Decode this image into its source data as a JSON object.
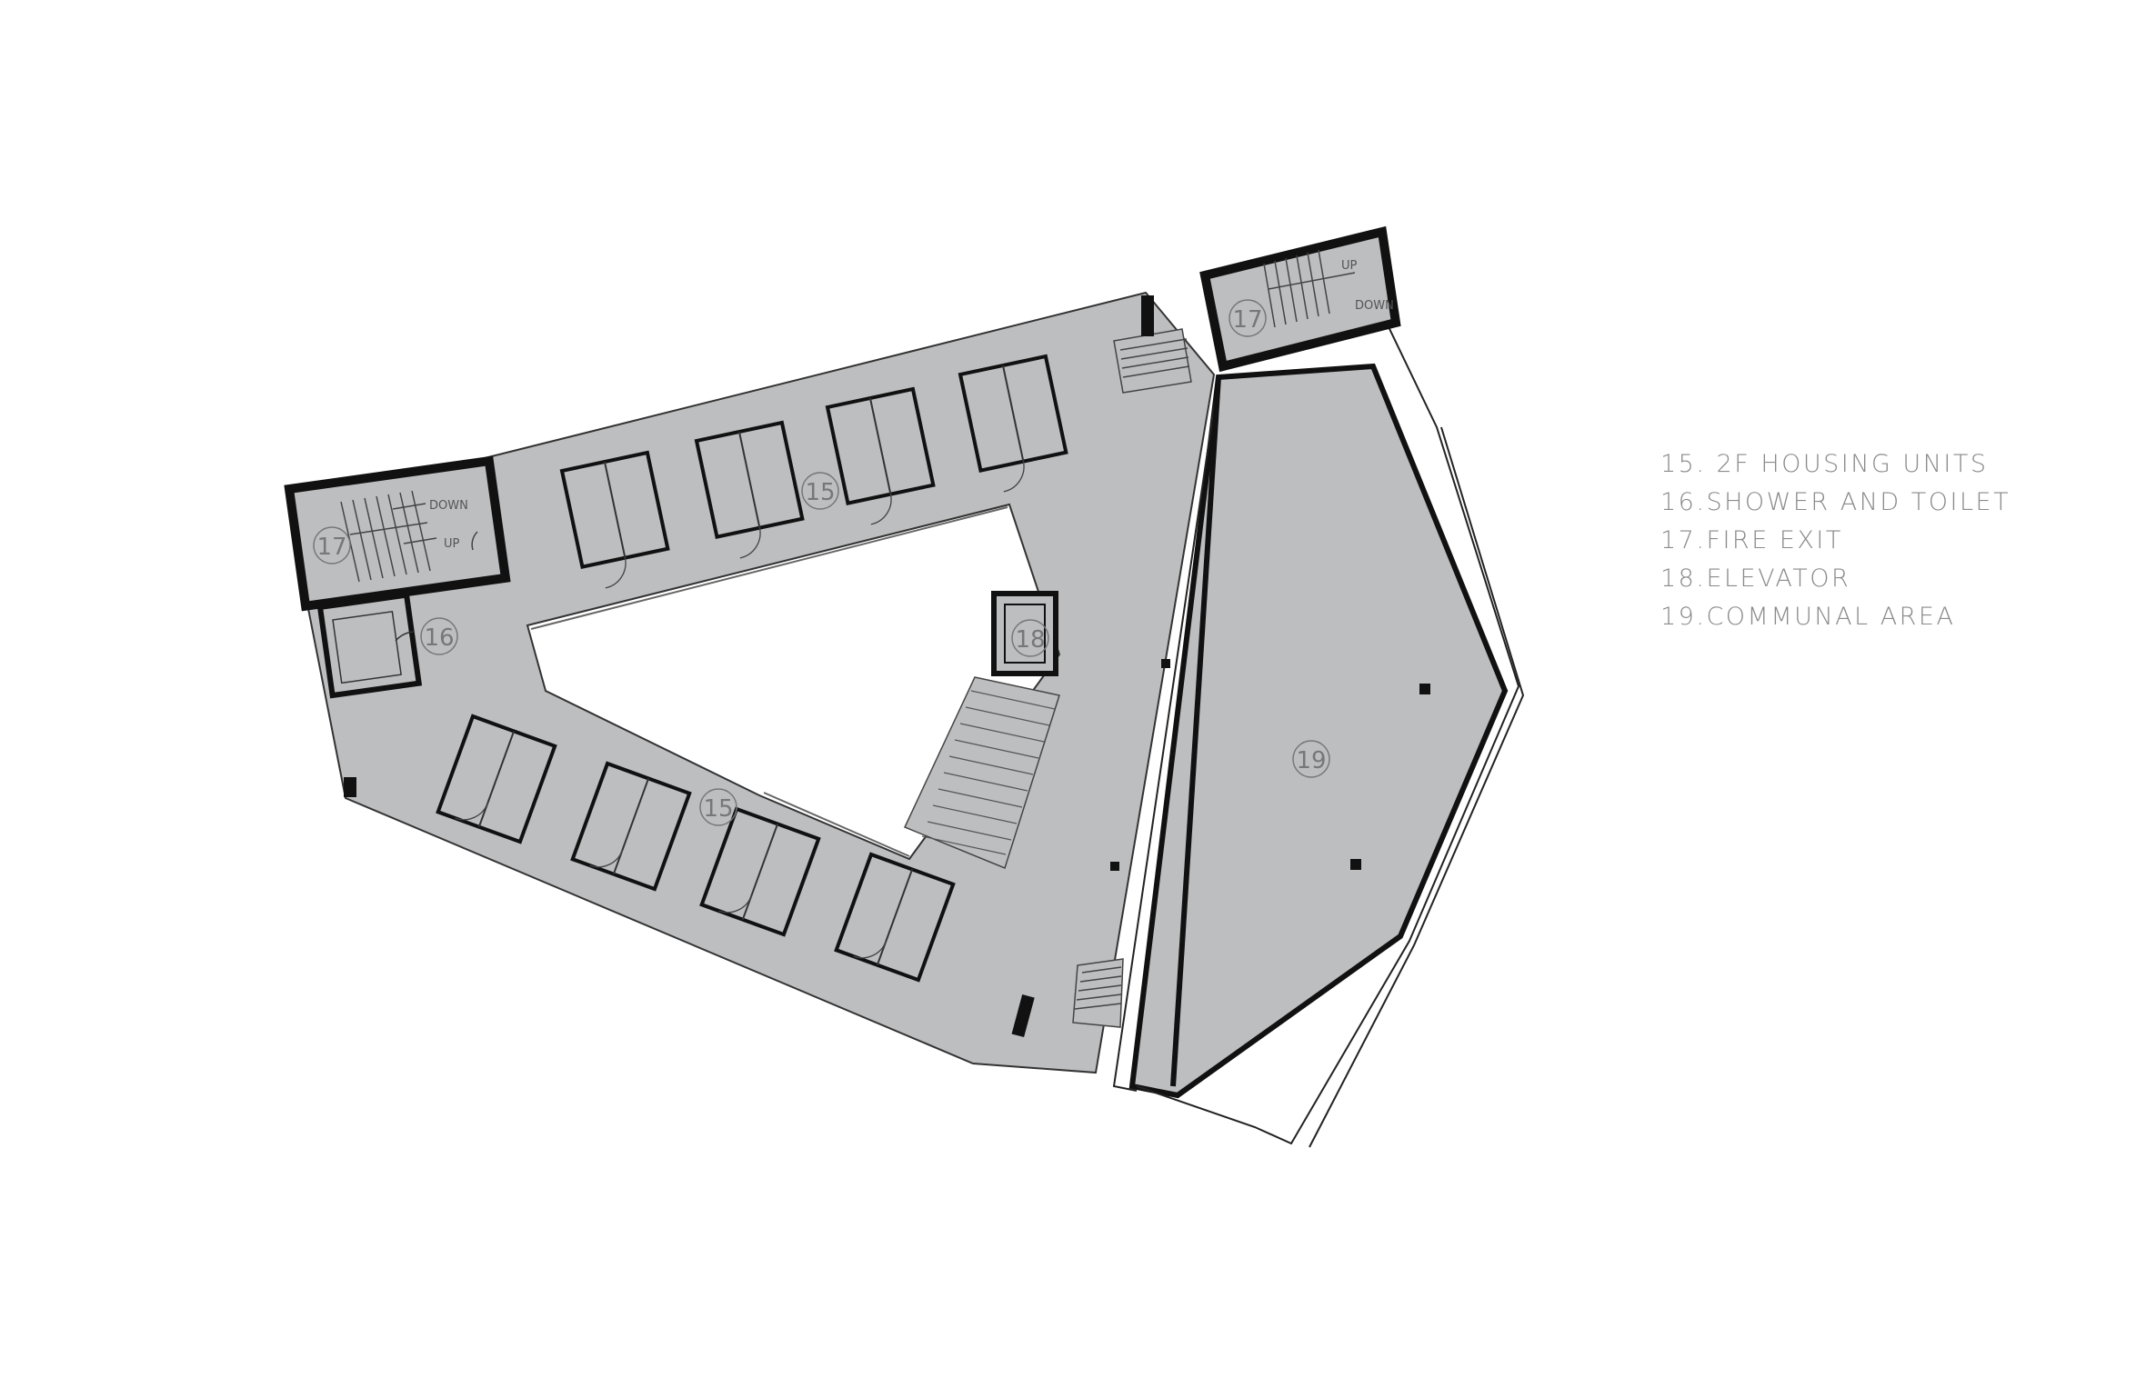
{
  "legend": [
    "15. 2F HOUSING UNITS",
    "16.SHOWER AND TOILET",
    "17.FIRE EXIT",
    "18.ELEVATOR",
    "19.COMMUNAL AREA"
  ],
  "rooms": {
    "housing_north": "15",
    "housing_south": "15",
    "shower_toilet": "16",
    "fire_exit_west": "17",
    "fire_exit_east": "17",
    "elevator": "18",
    "communal": "19"
  },
  "stair_labels": {
    "west_down": "DOWN",
    "west_up": "UP",
    "east_up": "UP",
    "east_down": "DOWN"
  },
  "colors": {
    "floor": "#bdbec0",
    "wall": "#111111",
    "background": "#ffffff",
    "legend_text": "#8a8a8a"
  }
}
